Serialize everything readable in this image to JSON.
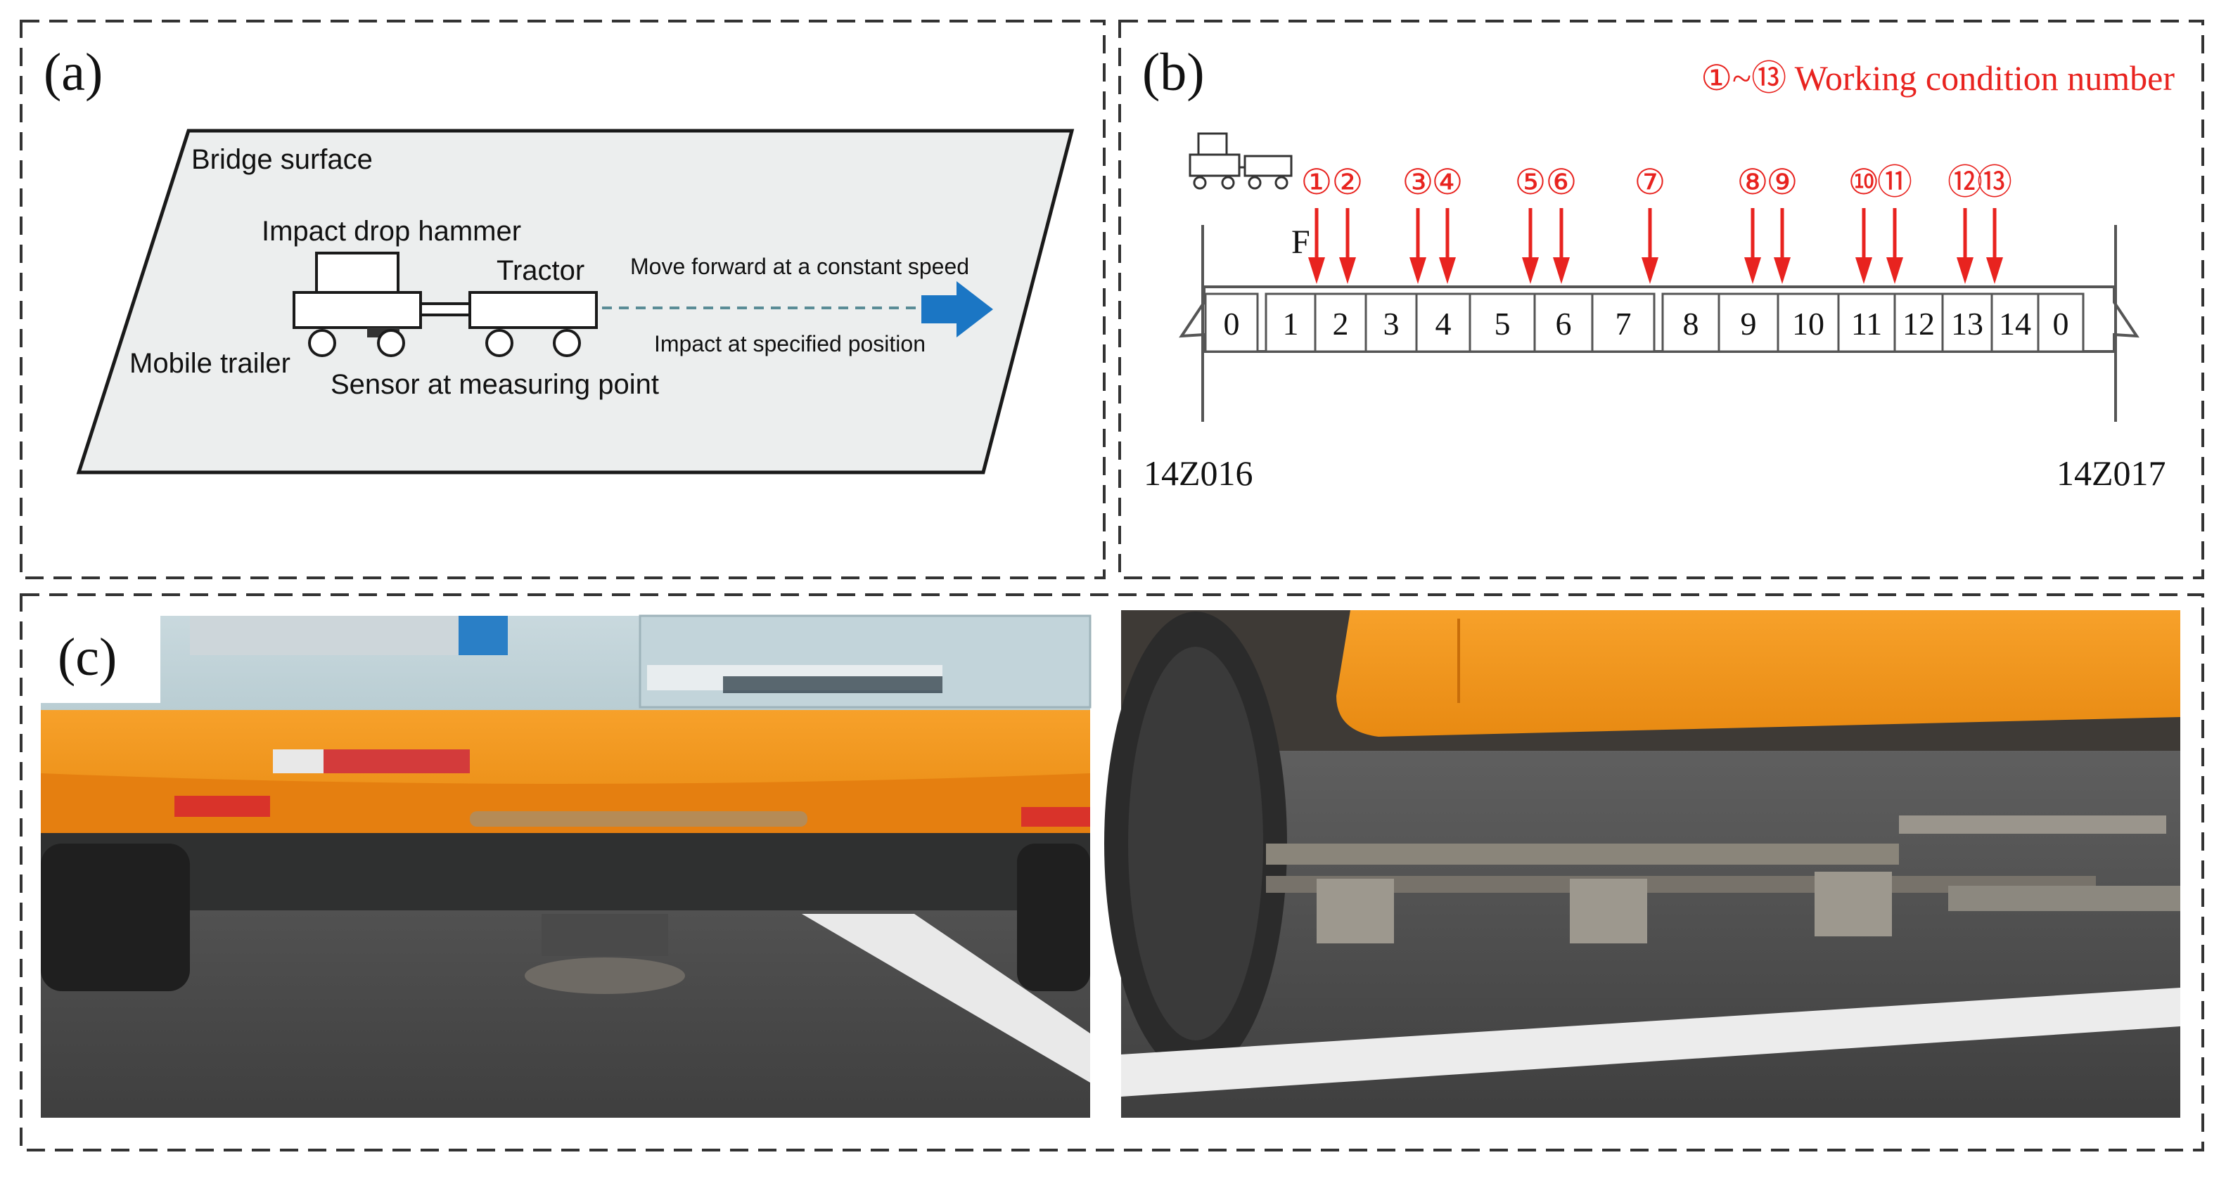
{
  "panel_a": {
    "label": "(a)",
    "bridge_surface": "Bridge surface",
    "impact_drop_hammer": "Impact drop hammer",
    "tractor": "Tractor",
    "mobile_trailer": "Mobile trailer",
    "sensor": "Sensor at measuring point",
    "move_forward": "Move forward at a constant speed",
    "impact_position": "Impact at specified position"
  },
  "panel_b": {
    "label": "(b)",
    "legend": "①~⑬ Working condition number",
    "force_label": "F",
    "left_support": "14Z016",
    "right_support": "14Z017",
    "segments": [
      "0",
      "1",
      "2",
      "3",
      "4",
      "5",
      "6",
      "7",
      "8",
      "9",
      "10",
      "11",
      "12",
      "13",
      "14",
      "0"
    ],
    "conditions": [
      "①",
      "②",
      "③",
      "④",
      "⑤",
      "⑥",
      "⑦",
      "⑧",
      "⑨",
      "⑩",
      "⑪",
      "⑫",
      "⑬"
    ],
    "accent_color": "#e8231f"
  },
  "panel_c": {
    "label": "(c)",
    "left_photo": "rear-of-orange-van-with-drop-hammer-photo",
    "right_photo": "sensor-trailer-under-vehicle-photo"
  }
}
